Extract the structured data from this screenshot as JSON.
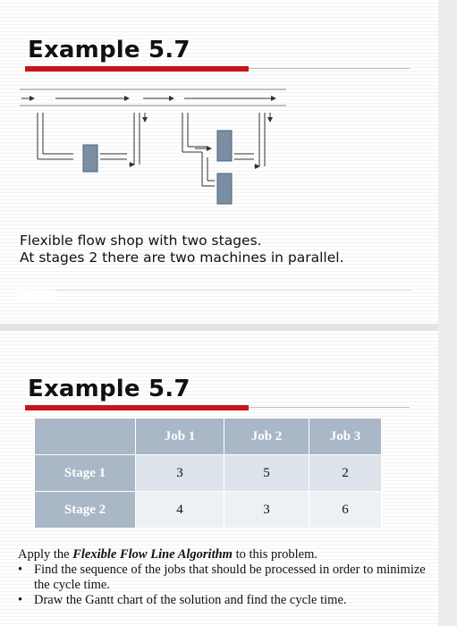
{
  "slide1": {
    "title": "Example 5.7",
    "caption_line1": "Flexible flow shop with two stages.",
    "caption_line2": "At stages 2 there are two machines in parallel."
  },
  "slide2": {
    "title": "Example 5.7",
    "table": {
      "headers": [
        "",
        "Job 1",
        "Job 2",
        "Job 3"
      ],
      "rows": [
        {
          "label": "Stage 1",
          "values": [
            "3",
            "5",
            "2"
          ]
        },
        {
          "label": "Stage 2",
          "values": [
            "4",
            "3",
            "6"
          ]
        }
      ]
    },
    "intro_before": "Apply the ",
    "intro_emph": "Flexible Flow Line Algorithm",
    "intro_after": " to this problem.",
    "bullets": [
      "Find the sequence of the jobs that should be processed in order to minimize the cycle time.",
      "Draw the Gantt chart of the solution and find the cycle time."
    ]
  },
  "colors": {
    "accent_red": "#c4161c",
    "table_header": "#a9b7c6",
    "machine_box": "#7a8fa3"
  }
}
